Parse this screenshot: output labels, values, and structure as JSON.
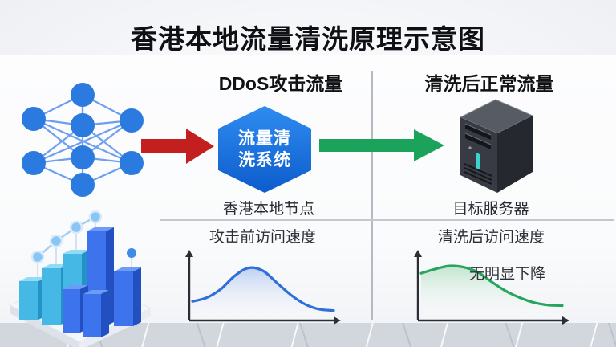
{
  "title": "香港本地流量清洗原理示意图",
  "flow": {
    "left_heading": "DDoS攻击流量",
    "right_heading": "清洗后正常流量",
    "scrubbing_badge_line1": "流量清",
    "scrubbing_badge_line2": "洗系统",
    "scrubbing_node_label": "香港本地节点",
    "server_label": "目标服务器"
  },
  "icons": {
    "attack_source": "neural-network-icon",
    "attack_arrow": "red-arrow-right-icon",
    "clean_arrow": "green-arrow-right-icon",
    "target": "server-tower-icon",
    "decoration": "3d-bar-chart-illustration"
  },
  "colors": {
    "attack_arrow": "#c41f1f",
    "clean_arrow": "#1ba35c",
    "badge_blue_top": "#2f8cf0",
    "badge_blue_bottom": "#0d5ccc",
    "network_node_blue": "#2b7ae0",
    "curve_blue": "#2e6fd8",
    "curve_green": "#27a45e",
    "divider_gray": "#b5bac2",
    "title_text": "#0e1013"
  },
  "chart_data": [
    {
      "type": "line",
      "title": "攻击前访问速度",
      "annotation": "",
      "color": "#2e6fd8",
      "fill": "#b9cdf0",
      "axes_labeled": false,
      "note": "unlabeled sparkline; values are normalized 0-100 estimates of speed over time",
      "values": [
        30,
        36,
        50,
        72,
        85,
        80,
        60,
        40,
        25,
        17,
        15
      ]
    },
    {
      "type": "line",
      "title": "清洗后访问速度",
      "annotation": "无明显下降",
      "color": "#27a45e",
      "fill": "#bfe3cc",
      "axes_labeled": false,
      "note": "unlabeled sparkline; values are normalized 0-100 estimates of speed over time",
      "values": [
        76,
        83,
        88,
        86,
        78,
        62,
        47,
        36,
        28,
        24,
        23
      ]
    }
  ]
}
